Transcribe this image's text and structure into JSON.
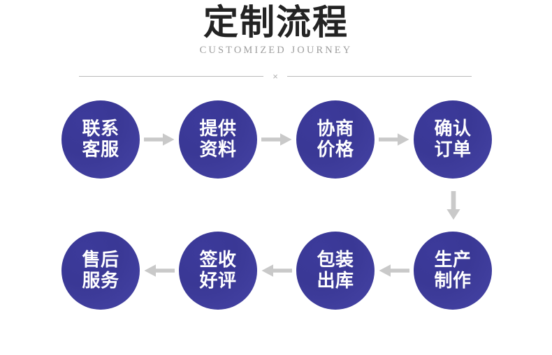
{
  "header": {
    "title": "定制流程",
    "subtitle": "CUSTOMIZED JOURNEY",
    "divider_mark": "×"
  },
  "theme": {
    "background": "#ffffff",
    "title_color": "#232323",
    "subtitle_color": "#9d9d9d",
    "divider_color": "#b9b9b9",
    "node_fill_start": "#3a3895",
    "node_fill_end": "#45429f",
    "node_text_color": "#ffffff",
    "arrow_color": "#c9c9c9"
  },
  "flow": {
    "rows": [
      {
        "name": "row-1",
        "direction": "left-to-right",
        "arrow_icon": "arrow-right-icon",
        "nodes": [
          {
            "step": 1,
            "line1": "联系",
            "line2": "客服"
          },
          {
            "step": 2,
            "line1": "提供",
            "line2": "资料"
          },
          {
            "step": 3,
            "line1": "协商",
            "line2": "价格"
          },
          {
            "step": 4,
            "line1": "确认",
            "line2": "订单"
          }
        ]
      },
      {
        "name": "row-2",
        "direction": "right-to-left",
        "arrow_icon": "arrow-left-icon",
        "nodes": [
          {
            "step": 8,
            "line1": "售后",
            "line2": "服务"
          },
          {
            "step": 7,
            "line1": "签收",
            "line2": "好评"
          },
          {
            "step": 6,
            "line1": "包装",
            "line2": "出库"
          },
          {
            "step": 5,
            "line1": "生产",
            "line2": "制作"
          }
        ]
      }
    ],
    "row_connector": {
      "icon": "arrow-down-icon",
      "direction": "down"
    }
  }
}
